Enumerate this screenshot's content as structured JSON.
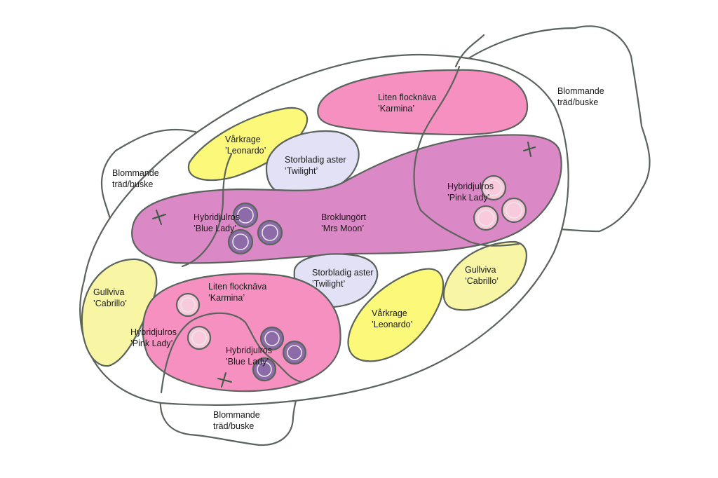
{
  "colors": {
    "vårkrage": "#fbf87a",
    "storbladig_aster": "#e2e1f6",
    "liten_flocknäva": "#f590c1",
    "broklungört": "#db88c6",
    "gullviva": "#f8f6a4",
    "hybridjulros_blue": "#8d6aa8",
    "hybridjulros_pink": "#f9c9dc",
    "outline": "#5b635d"
  },
  "shrubs": [
    {
      "line1": "Blommande",
      "line2": "träd/buske"
    },
    {
      "line1": "Blommande",
      "line2": "träd/buske"
    },
    {
      "line1": "Blommande",
      "line2": "träd/buske"
    }
  ],
  "plants": {
    "flocknava_top": {
      "line1": "Liten flocknäva",
      "line2": "’Karmina’"
    },
    "varkrage_top": {
      "line1": "Vårkrage",
      "line2": "’Leonardo’"
    },
    "aster_top": {
      "line1": "Storbladig aster",
      "line2": "’Twilight’"
    },
    "julros_pink_right": {
      "line1": "Hybridjulros",
      "line2": "’Pink Lady’"
    },
    "julros_blue_top": {
      "line1": "Hybridjulros",
      "line2": "’Blue Lady’"
    },
    "broklungort": {
      "line1": "Broklungört",
      "line2": "’Mrs Moon’"
    },
    "aster_mid": {
      "line1": "Storbladig aster",
      "line2": "’Twilight’"
    },
    "gullviva_right": {
      "line1": "Gullviva",
      "line2": "’Cabrillo’"
    },
    "gullviva_left": {
      "line1": "Gullviva",
      "line2": "’Cabrillo’"
    },
    "flocknava_bottom": {
      "line1": "Liten flocknäva",
      "line2": "’Karmina’"
    },
    "julros_pink_left": {
      "line1": "Hybridjulros",
      "line2": "’Pink Lady’"
    },
    "julros_blue_bottom": {
      "line1": "Hybridjulros",
      "line2": "’Blue Lady’"
    },
    "varkrage_bottom": {
      "line1": "Vårkrage",
      "line2": "’Leonardo’"
    }
  }
}
